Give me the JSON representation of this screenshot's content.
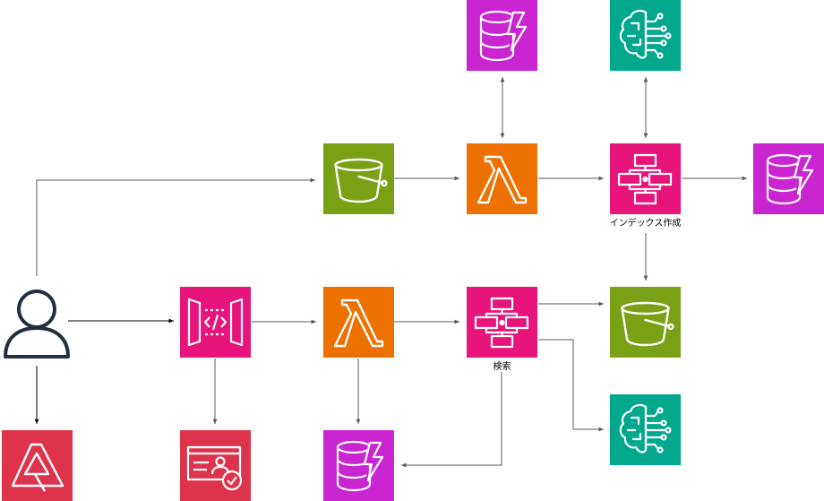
{
  "colors": {
    "purple": "#c925d1",
    "green": "#7aa116",
    "orange": "#ed7100",
    "pink": "#e7157b",
    "teal": "#01a88d",
    "red": "#dd344c",
    "edge": "#545b64",
    "user": "#232f3e"
  },
  "labels": {
    "index": "インデックス作成",
    "search": "検索"
  },
  "nodes": [
    {
      "id": "user",
      "icon": "user-icon"
    },
    {
      "id": "s3-top",
      "icon": "bucket-icon"
    },
    {
      "id": "lambda-top",
      "icon": "lambda-icon"
    },
    {
      "id": "dynamo-top",
      "icon": "dynamodb-icon"
    },
    {
      "id": "sf-index",
      "icon": "step-functions-icon"
    },
    {
      "id": "bedrock-top",
      "icon": "bedrock-brain-icon"
    },
    {
      "id": "dynamo-right",
      "icon": "dynamodb-icon"
    },
    {
      "id": "apigw",
      "icon": "api-gateway-icon"
    },
    {
      "id": "lambda-bottom",
      "icon": "lambda-icon"
    },
    {
      "id": "sf-search",
      "icon": "step-functions-icon"
    },
    {
      "id": "s3-bottom",
      "icon": "bucket-icon"
    },
    {
      "id": "bedrock-bottom",
      "icon": "bedrock-brain-icon"
    },
    {
      "id": "amplify",
      "icon": "amplify-icon"
    },
    {
      "id": "cognito",
      "icon": "cognito-icon"
    },
    {
      "id": "dynamo-bottom",
      "icon": "dynamodb-icon"
    }
  ],
  "edges": [
    {
      "from": "user",
      "to": "s3-top"
    },
    {
      "from": "user",
      "to": "apigw"
    },
    {
      "from": "user",
      "to": "amplify"
    },
    {
      "from": "s3-top",
      "to": "lambda-top"
    },
    {
      "from": "lambda-top",
      "to": "dynamo-top",
      "bidirectional": true
    },
    {
      "from": "lambda-top",
      "to": "sf-index"
    },
    {
      "from": "sf-index",
      "to": "bedrock-top",
      "bidirectional": true
    },
    {
      "from": "sf-index",
      "to": "dynamo-right"
    },
    {
      "from": "sf-index",
      "to": "s3-bottom"
    },
    {
      "from": "apigw",
      "to": "lambda-bottom"
    },
    {
      "from": "apigw",
      "to": "cognito"
    },
    {
      "from": "lambda-bottom",
      "to": "sf-search"
    },
    {
      "from": "lambda-bottom",
      "to": "dynamo-bottom"
    },
    {
      "from": "sf-search",
      "to": "s3-bottom"
    },
    {
      "from": "sf-search",
      "to": "bedrock-bottom"
    },
    {
      "from": "sf-search",
      "to": "dynamo-bottom"
    }
  ]
}
